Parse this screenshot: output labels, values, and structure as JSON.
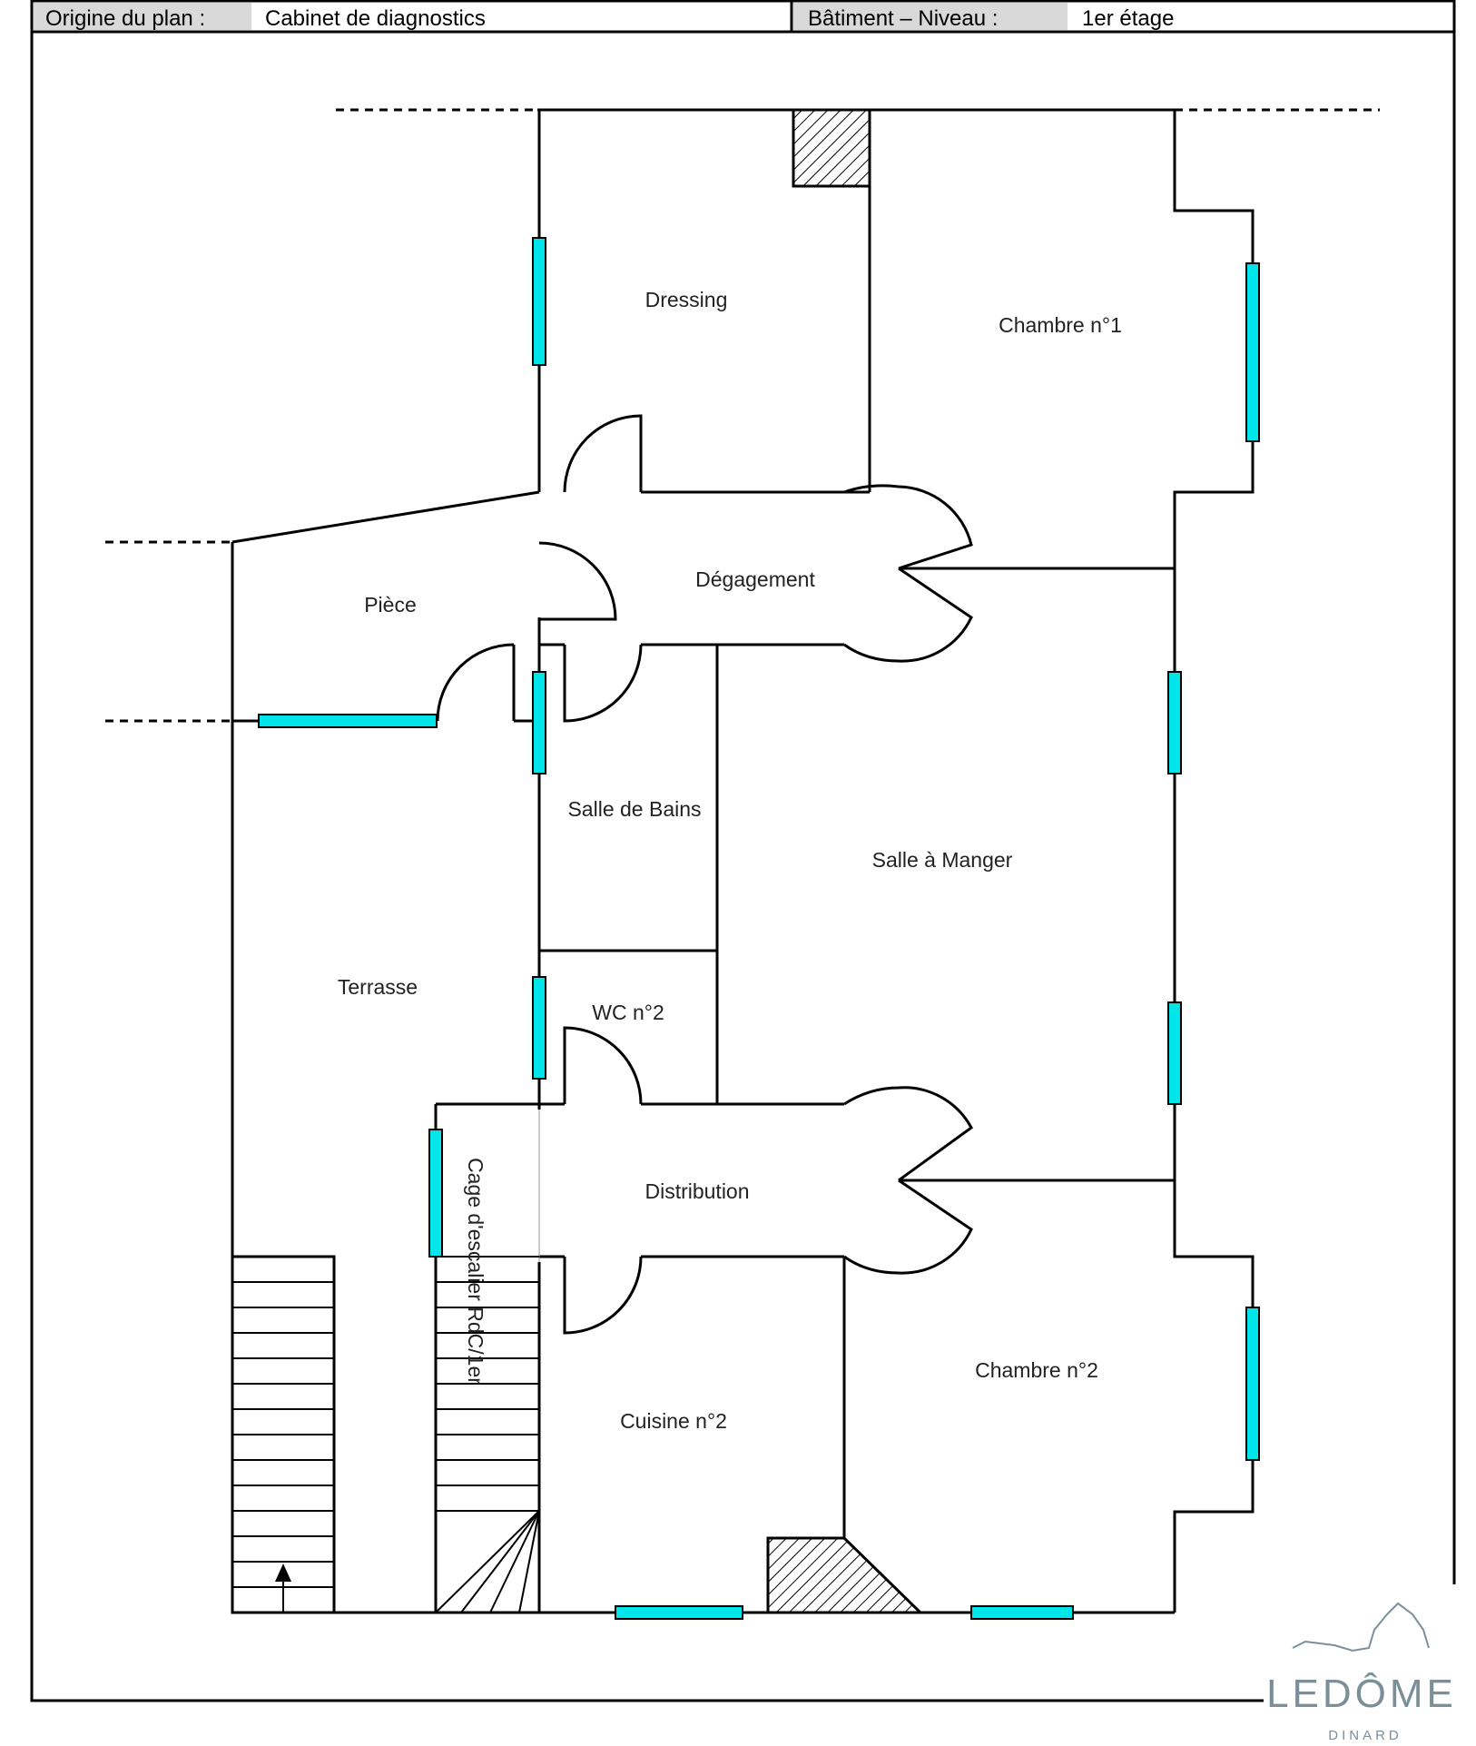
{
  "header": {
    "origin_label": "Origine du plan :",
    "origin_value": "Cabinet de diagnostics",
    "level_label": "Bâtiment – Niveau :",
    "level_value": "1er étage"
  },
  "rooms": {
    "dressing": "Dressing",
    "chambre1": "Chambre n°1",
    "piece": "Pièce",
    "degagement": "Dégagement",
    "salle_bains": "Salle de Bains",
    "salle_manger": "Salle à Manger",
    "terrasse": "Terrasse",
    "wc2": "WC n°2",
    "distribution": "Distribution",
    "cage_escalier": "Cage d'escalier RdC/1er",
    "cuisine2": "Cuisine n°2",
    "chambre2": "Chambre n°2"
  },
  "logo": {
    "name": "LEDÔME",
    "city": "DINARD"
  },
  "colors": {
    "window": "#00e5ea",
    "wall": "#000000",
    "header_shade": "#d9d9d9",
    "logo": "#7a8f98"
  }
}
